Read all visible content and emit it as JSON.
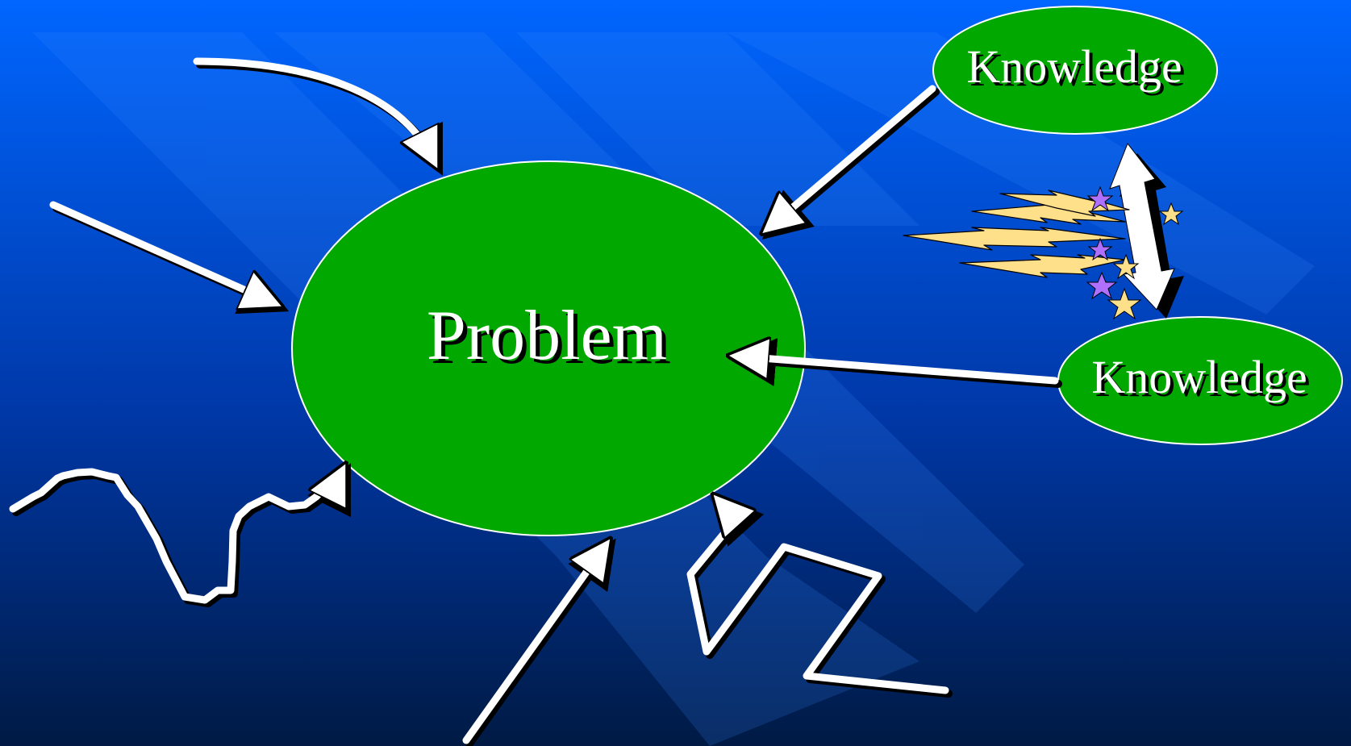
{
  "diagram": {
    "center_node": {
      "label": "Problem"
    },
    "knowledge_nodes": [
      {
        "label": "Knowledge"
      },
      {
        "label": "Knowledge"
      }
    ]
  },
  "colors": {
    "background_top": "#0066ff",
    "background_bottom": "#001a44",
    "node_fill": "#00a800",
    "arrow": "#ffffff",
    "arrow_shadow": "#000000",
    "spark_bolt": "#ffe08a",
    "spark_star_yellow": "#ffe08a",
    "spark_star_purple": "#b070ff"
  }
}
